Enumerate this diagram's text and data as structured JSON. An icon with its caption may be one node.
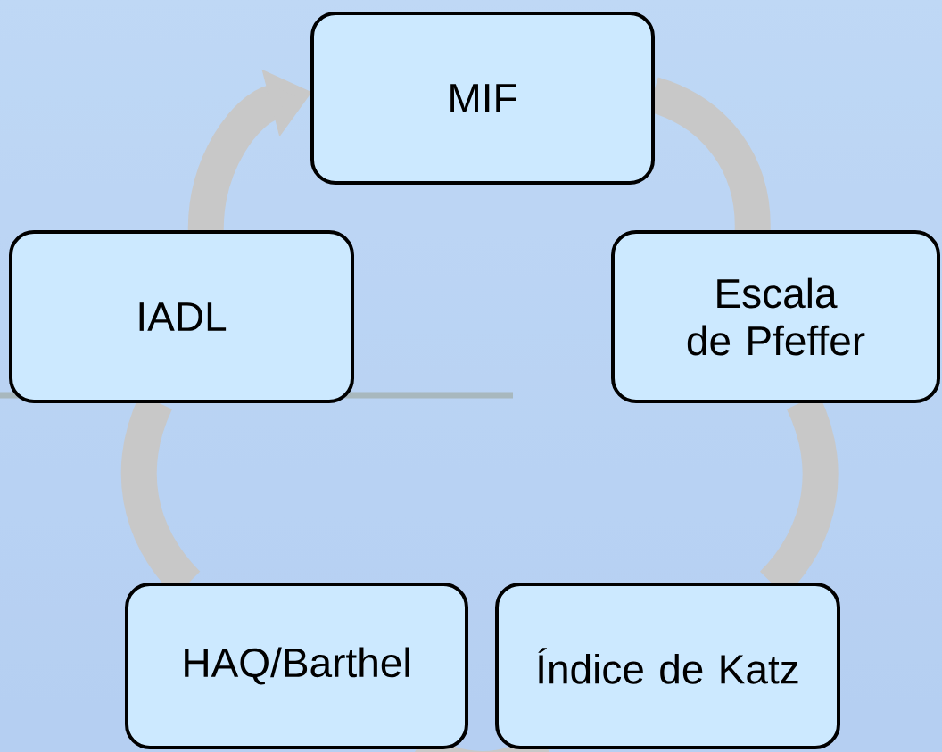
{
  "diagram": {
    "nodes": [
      {
        "text": [
          "MIF"
        ]
      },
      {
        "text": [
          "IADL"
        ]
      },
      {
        "text": [
          "Escala de Pfeffer"
        ]
      },
      {
        "text": [
          "HAQ/Barthel"
        ]
      },
      {
        "text": [
          "Índice de Katz"
        ]
      }
    ],
    "edges": [
      {
        "from": 0,
        "to": 2,
        "arrow": "none"
      },
      {
        "from": 2,
        "to": 4,
        "arrow": "none"
      },
      {
        "from": 4,
        "to": 3,
        "arrow": "none"
      },
      {
        "from": 3,
        "to": 1,
        "arrow": "none"
      },
      {
        "from": 1,
        "to": 0,
        "arrow": "to"
      }
    ]
  }
}
